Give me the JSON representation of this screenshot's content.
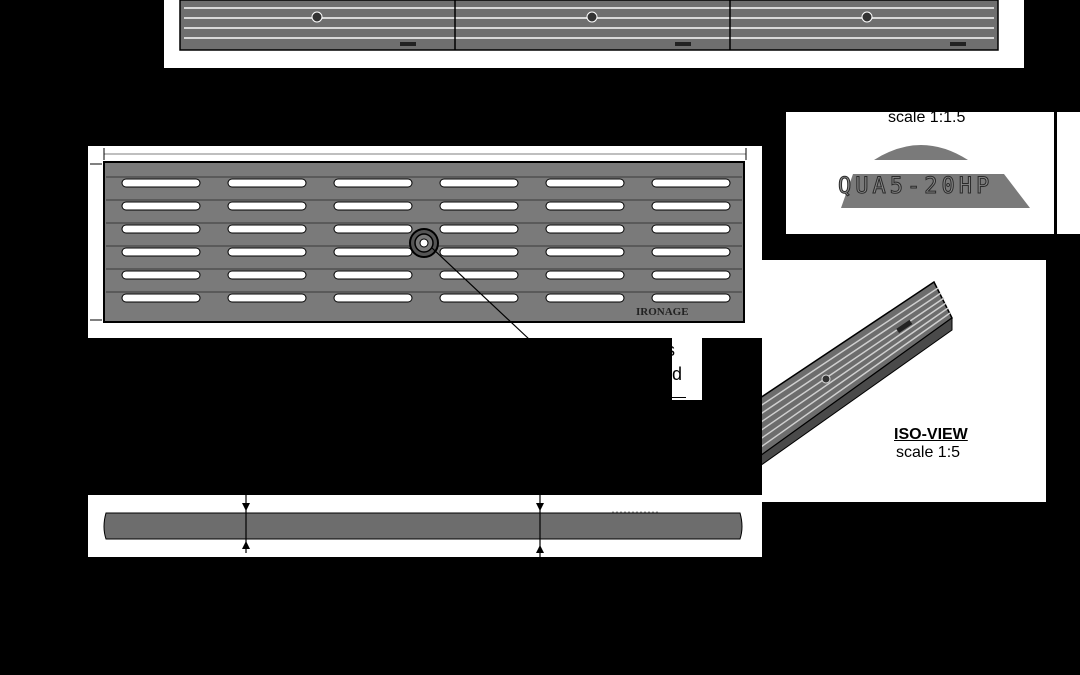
{
  "brand_mark": "IRONAGE",
  "detail": {
    "scale_label": "scale 1:1.5",
    "part_number": "QUA5-20HP"
  },
  "iso_view": {
    "title": "ISO-VIEW",
    "scale_label": "scale 1:5"
  },
  "callout": {
    "line1": "s",
    "line2": "d"
  },
  "colors": {
    "background": "#000000",
    "paper": "#ffffff",
    "grate": "#7a7a7a",
    "grate_dark": "#5a5a5a",
    "slot": "#ffffff"
  }
}
